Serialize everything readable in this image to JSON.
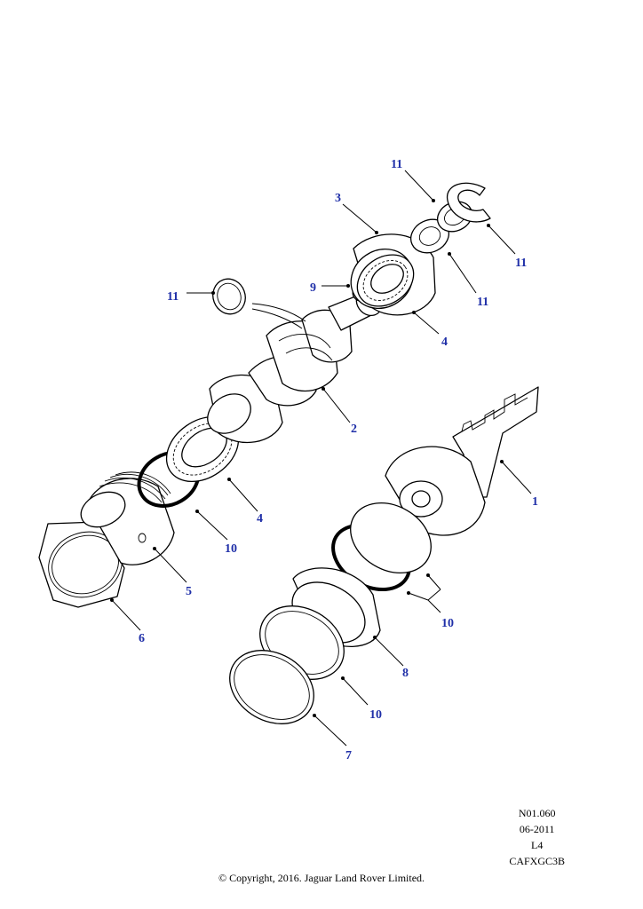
{
  "callouts": {
    "c1": "1",
    "c2": "2",
    "c3": "3",
    "c4a": "4",
    "c4b": "4",
    "c5": "5",
    "c6": "6",
    "c7": "7",
    "c8": "8",
    "c9": "9",
    "c10a": "10",
    "c10b": "10",
    "c10c": "10",
    "c11a": "11",
    "c11b": "11",
    "c11c": "11",
    "c11d": "11"
  },
  "meta": {
    "ref": "N01.060",
    "date": "06-2011",
    "level": "L4",
    "code": "CAFXGC3B"
  },
  "copyright": "© Copyright, 2016. Jaguar Land Rover Limited.",
  "colors": {
    "callout": "#1f2fa8",
    "line": "#000000"
  }
}
